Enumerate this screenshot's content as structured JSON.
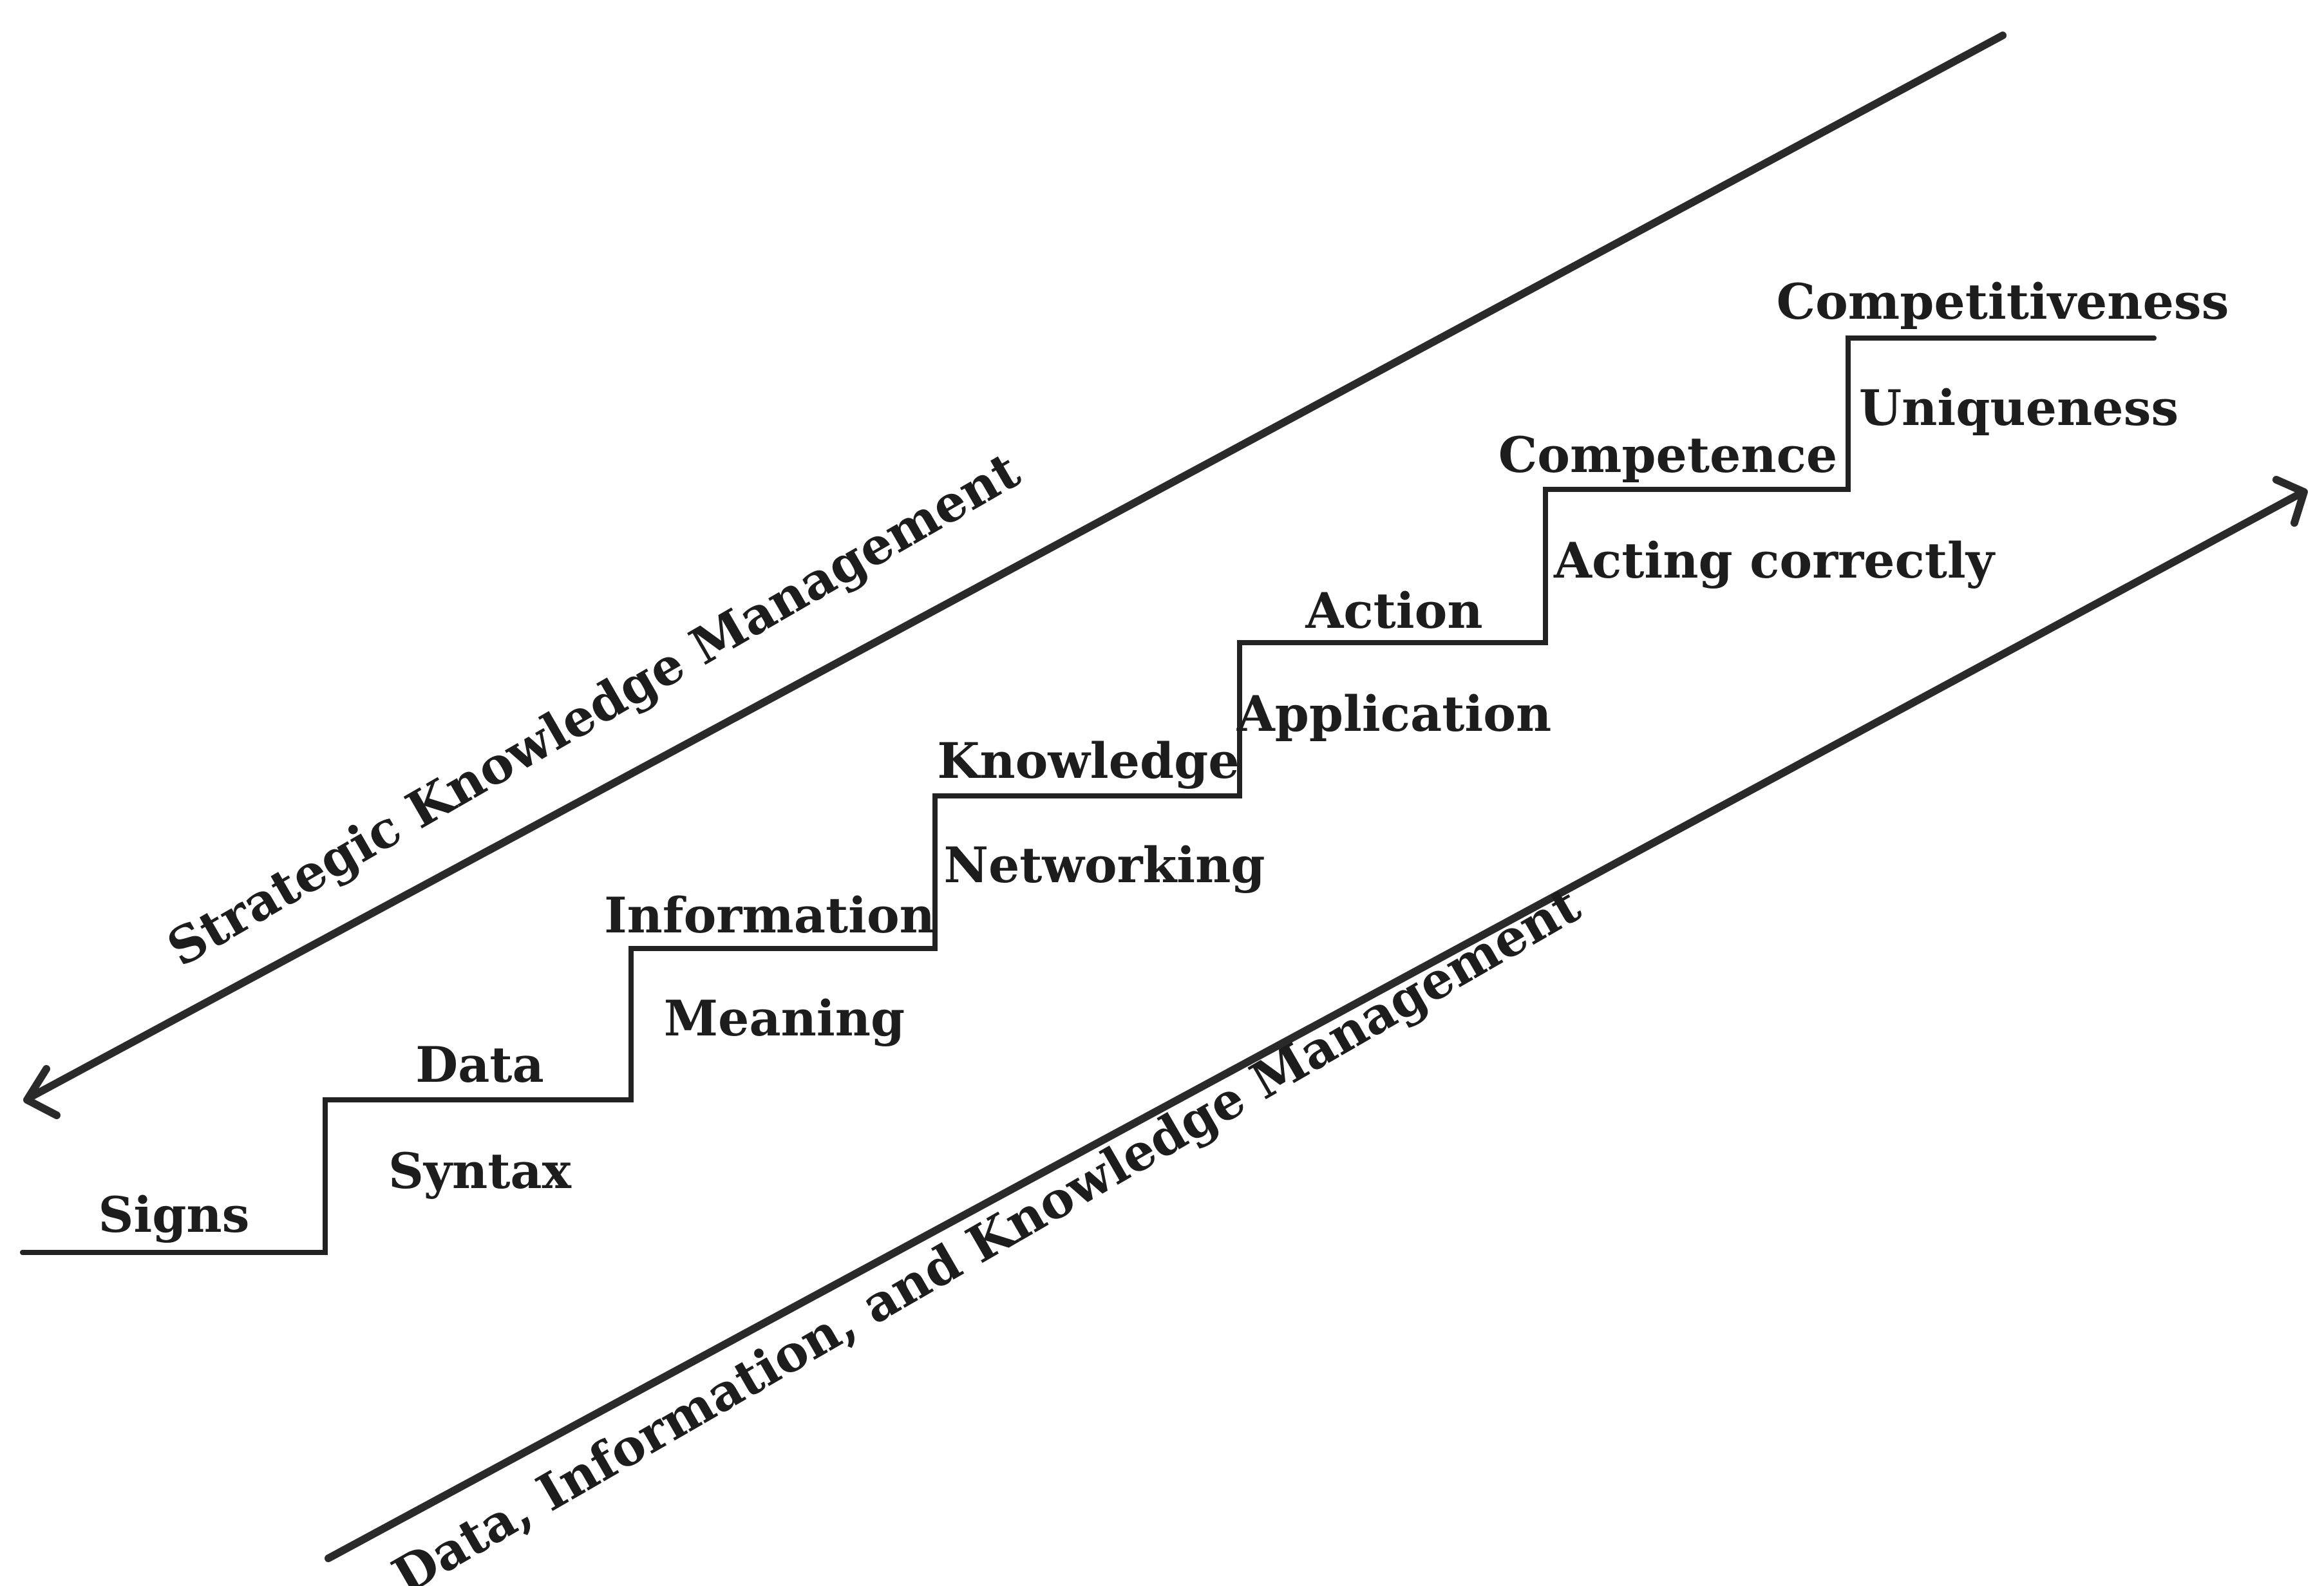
{
  "steps": [
    {
      "upper": "Signs",
      "lower": ""
    },
    {
      "upper": "Data",
      "lower": "Syntax"
    },
    {
      "upper": "Information",
      "lower": "Meaning"
    },
    {
      "upper": "Knowledge",
      "lower": "Networking"
    },
    {
      "upper": "Action",
      "lower": "Application"
    },
    {
      "upper": "Competence",
      "lower": "Acting correctly"
    },
    {
      "upper": "Competitiveness",
      "lower": "Uniqueness"
    }
  ],
  "arrows": {
    "upper_label": "Strategic Knowledge Management",
    "lower_label": "Data, Information, and Knowledge Management"
  },
  "colors": {
    "line": "#222222",
    "text": "#1d1d1d",
    "background": "#ffffff"
  }
}
